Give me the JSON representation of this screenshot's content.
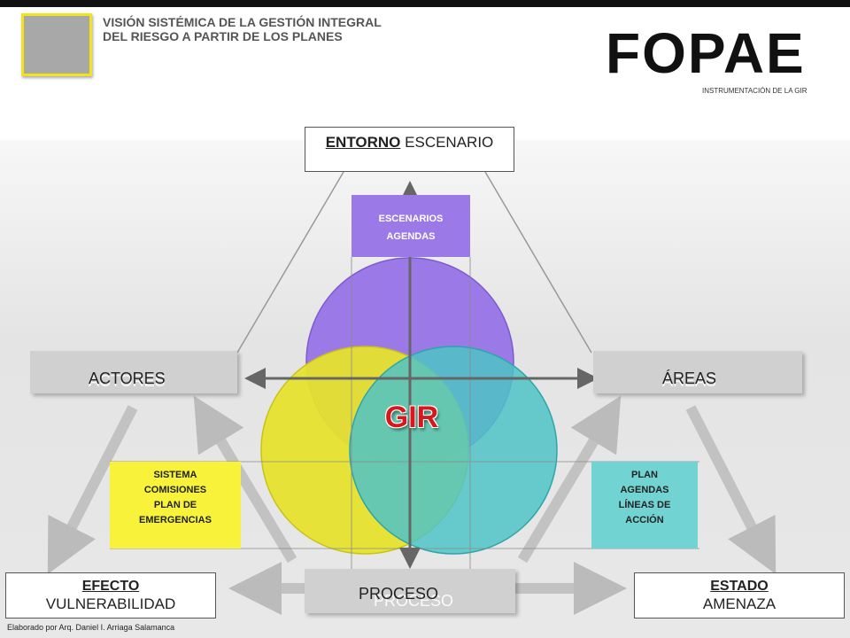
{
  "header": {
    "title": "VISIÓN SISTÉMICA DE LA GESTIÓN INTEGRAL DEL RIESGO A PARTIR DE LOS PLANES",
    "brand": "FOPAE",
    "brand_subtitle": "INSTRUMENTACIÓN DE LA GIR"
  },
  "diagram": {
    "top": {
      "bold": "ENTORNO",
      "rest": "ESCENARIO"
    },
    "left_label": "ACTORES",
    "right_label": "ÁREAS",
    "bottom_label": "PROCESO",
    "center": "GIR",
    "purple_box": [
      "ESCENARIOS",
      "AGENDAS"
    ],
    "yellow_box": [
      "SISTEMA",
      "COMISIONES",
      "PLAN DE",
      "EMERGENCIAS"
    ],
    "teal_box": [
      "PLAN",
      "AGENDAS",
      "LÍNEAS DE",
      "ACCIÓN"
    ],
    "bottom_left": {
      "bold": "EFECTO",
      "rest": "VULNERABILIDAD"
    },
    "bottom_right": {
      "bold": "ESTADO",
      "rest": "AMENAZA"
    }
  },
  "footer": {
    "credit": "Elaborado por Arq. Daniel I. Arriaga Salamanca"
  },
  "colors": {
    "purple": "#9b7ae8",
    "yellow": "#f2e41a",
    "teal": "#4fc3c5",
    "gir_red": "#d8161c"
  }
}
